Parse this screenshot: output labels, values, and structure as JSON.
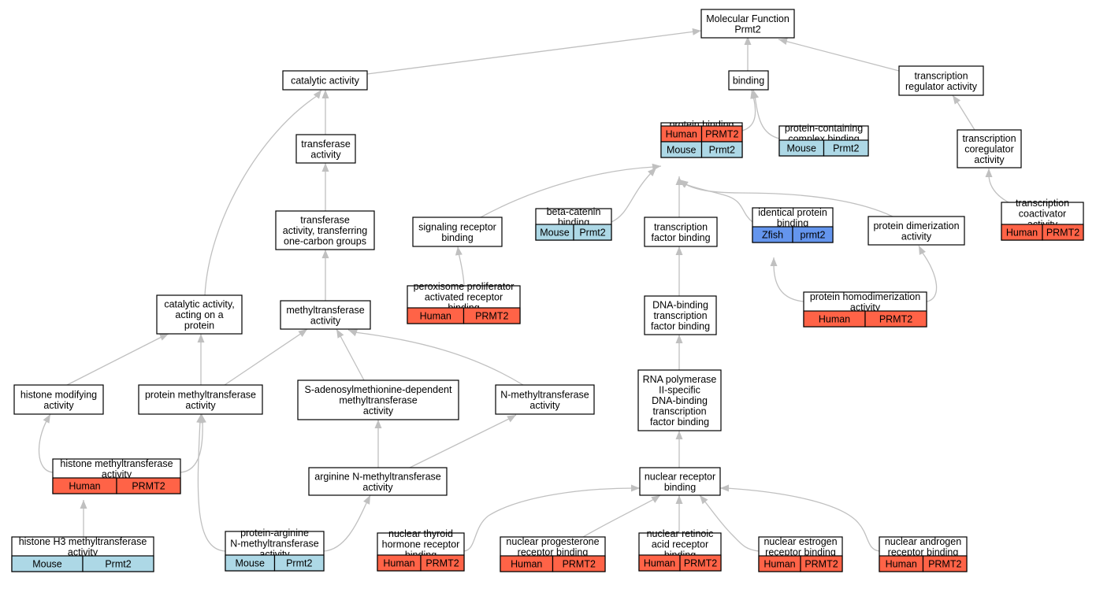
{
  "colors": {
    "Human": "#ff6347",
    "Mouse": "#add8e6",
    "Zfish": "#6495ed",
    "edge": "#c0c0c0"
  },
  "nodes": {
    "mf": {
      "lines": [
        "Molecular Function",
        "Prmt2"
      ]
    },
    "catalytic": {
      "lines": [
        "catalytic activity"
      ]
    },
    "binding": {
      "lines": [
        "binding"
      ]
    },
    "tra": {
      "lines": [
        "transcription",
        "regulator activity"
      ]
    },
    "transferase": {
      "lines": [
        "transferase",
        "activity"
      ]
    },
    "protein_binding": {
      "lines": [
        "protein binding"
      ],
      "annotations": [
        [
          "Human",
          "PRMT2"
        ],
        [
          "Mouse",
          "Prmt2"
        ]
      ]
    },
    "pcc": {
      "lines": [
        "protein-containing",
        "complex binding"
      ],
      "annotations": [
        [
          "Mouse",
          "Prmt2"
        ]
      ]
    },
    "tcoreg": {
      "lines": [
        "transcription",
        "coregulator",
        "activity"
      ]
    },
    "onecarbon": {
      "lines": [
        "transferase",
        "activity, transferring",
        "one-carbon groups"
      ]
    },
    "srb": {
      "lines": [
        "signaling receptor",
        "binding"
      ]
    },
    "bcat": {
      "lines": [
        "beta-catenin",
        "binding"
      ],
      "annotations": [
        [
          "Mouse",
          "Prmt2"
        ]
      ]
    },
    "tfb": {
      "lines": [
        "transcription",
        "factor binding"
      ]
    },
    "ipb": {
      "lines": [
        "identical protein",
        "binding"
      ],
      "annotations": [
        [
          "Zfish",
          "prmt2"
        ]
      ]
    },
    "pdim": {
      "lines": [
        "protein dimerization",
        "activity"
      ]
    },
    "tcoact": {
      "lines": [
        "transcription",
        "coactivator",
        "activity"
      ],
      "annotations": [
        [
          "Human",
          "PRMT2"
        ]
      ]
    },
    "cap": {
      "lines": [
        "catalytic activity,",
        "acting on a",
        "protein"
      ]
    },
    "mt": {
      "lines": [
        "methyltransferase",
        "activity"
      ]
    },
    "ppar": {
      "lines": [
        "peroxisome proliferator",
        "activated receptor",
        "binding"
      ],
      "annotations": [
        [
          "Human",
          "PRMT2"
        ]
      ]
    },
    "dbtfb": {
      "lines": [
        "DNA-binding",
        "transcription",
        "factor binding"
      ]
    },
    "phd": {
      "lines": [
        "protein homodimerization",
        "activity"
      ],
      "annotations": [
        [
          "Human",
          "PRMT2"
        ]
      ]
    },
    "hma": {
      "lines": [
        "histone modifying",
        "activity"
      ]
    },
    "pmt": {
      "lines": [
        "protein methyltransferase",
        "activity"
      ]
    },
    "sam": {
      "lines": [
        "S-adenosylmethionine-dependent",
        "methyltransferase",
        "activity"
      ]
    },
    "nmt": {
      "lines": [
        "N-methyltransferase",
        "activity"
      ]
    },
    "rnap": {
      "lines": [
        "RNA polymerase",
        "II-specific",
        "DNA-binding",
        "transcription",
        "factor binding"
      ]
    },
    "hmt": {
      "lines": [
        "histone methyltransferase",
        "activity"
      ],
      "annotations": [
        [
          "Human",
          "PRMT2"
        ]
      ]
    },
    "anmt": {
      "lines": [
        "arginine N-methyltransferase",
        "activity"
      ]
    },
    "nrb": {
      "lines": [
        "nuclear receptor",
        "binding"
      ]
    },
    "h3mt": {
      "lines": [
        "histone H3 methyltransferase",
        "activity"
      ],
      "annotations": [
        [
          "Mouse",
          "Prmt2"
        ]
      ]
    },
    "panmt": {
      "lines": [
        "protein-arginine",
        "N-methyltransferase",
        "activity"
      ],
      "annotations": [
        [
          "Mouse",
          "Prmt2"
        ]
      ]
    },
    "nthr": {
      "lines": [
        "nuclear thyroid",
        "hormone receptor",
        "binding"
      ],
      "annotations": [
        [
          "Human",
          "PRMT2"
        ]
      ]
    },
    "nprog": {
      "lines": [
        "nuclear progesterone",
        "receptor binding"
      ],
      "annotations": [
        [
          "Human",
          "PRMT2"
        ]
      ]
    },
    "nret": {
      "lines": [
        "nuclear retinoic",
        "acid receptor",
        "binding"
      ],
      "annotations": [
        [
          "Human",
          "PRMT2"
        ]
      ]
    },
    "nestr": {
      "lines": [
        "nuclear estrogen",
        "receptor binding"
      ],
      "annotations": [
        [
          "Human",
          "PRMT2"
        ]
      ]
    },
    "nandr": {
      "lines": [
        "nuclear androgen",
        "receptor binding"
      ],
      "annotations": [
        [
          "Human",
          "PRMT2"
        ]
      ]
    }
  }
}
